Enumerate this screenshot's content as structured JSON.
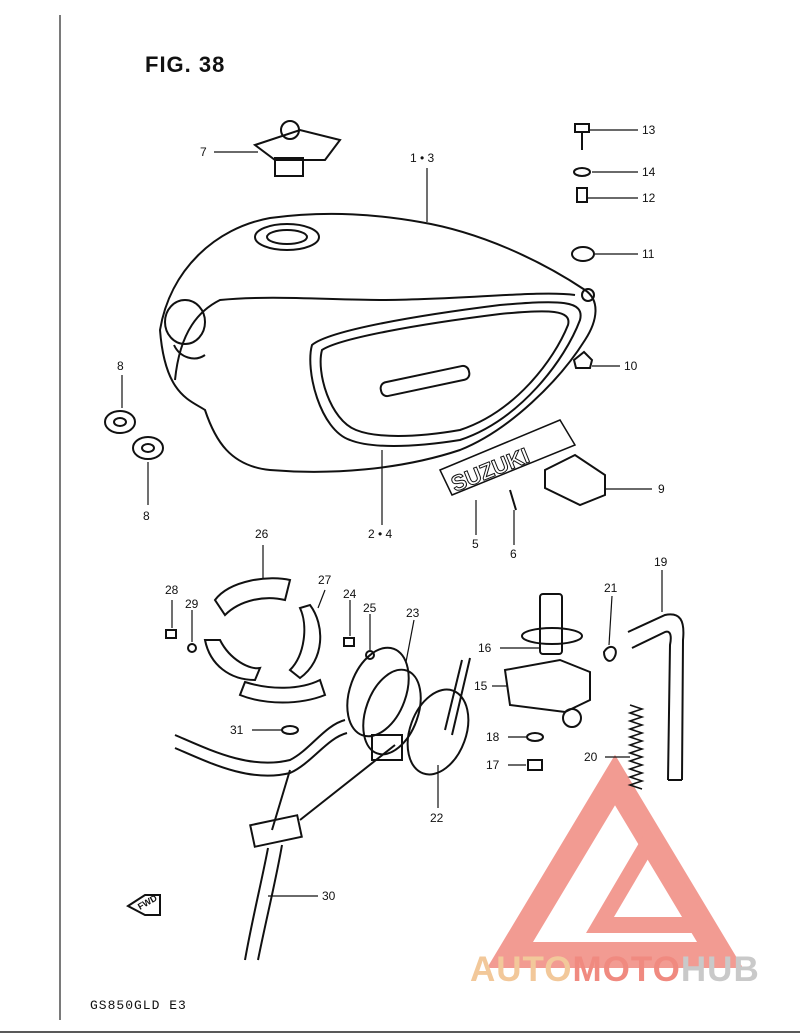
{
  "figure": {
    "title": "FIG. 38",
    "model": "GS850GLD E3"
  },
  "callouts": [
    {
      "id": "c-13",
      "label": "13"
    },
    {
      "id": "c-14",
      "label": "14"
    },
    {
      "id": "c-12",
      "label": "12"
    },
    {
      "id": "c-11",
      "label": "11"
    },
    {
      "id": "c-10",
      "label": "10"
    },
    {
      "id": "c-9",
      "label": "9"
    },
    {
      "id": "c-7",
      "label": "7"
    },
    {
      "id": "c-1-3",
      "label": "1 • 3"
    },
    {
      "id": "c-8a",
      "label": "8"
    },
    {
      "id": "c-8b",
      "label": "8"
    },
    {
      "id": "c-2-4",
      "label": "2 • 4"
    },
    {
      "id": "c-5",
      "label": "5"
    },
    {
      "id": "c-6",
      "label": "6"
    },
    {
      "id": "c-26",
      "label": "26"
    },
    {
      "id": "c-27",
      "label": "27"
    },
    {
      "id": "c-28",
      "label": "28"
    },
    {
      "id": "c-29",
      "label": "29"
    },
    {
      "id": "c-24",
      "label": "24"
    },
    {
      "id": "c-25",
      "label": "25"
    },
    {
      "id": "c-23",
      "label": "23"
    },
    {
      "id": "c-16",
      "label": "16"
    },
    {
      "id": "c-15",
      "label": "15"
    },
    {
      "id": "c-21",
      "label": "21"
    },
    {
      "id": "c-19",
      "label": "19"
    },
    {
      "id": "c-18",
      "label": "18"
    },
    {
      "id": "c-17",
      "label": "17"
    },
    {
      "id": "c-20",
      "label": "20"
    },
    {
      "id": "c-31",
      "label": "31"
    },
    {
      "id": "c-22",
      "label": "22"
    },
    {
      "id": "c-30",
      "label": "30"
    }
  ],
  "tank_emblem": "SUZUKI",
  "fwd_arrow": "FWD",
  "watermark": {
    "part1": "AUTO",
    "part2": "MOTO",
    "part3": "HUB"
  },
  "colors": {
    "line": "#111111",
    "watermark_red": "#f08a80",
    "watermark_orange": "#f2c89a",
    "watermark_gray": "#c9c9c9"
  }
}
